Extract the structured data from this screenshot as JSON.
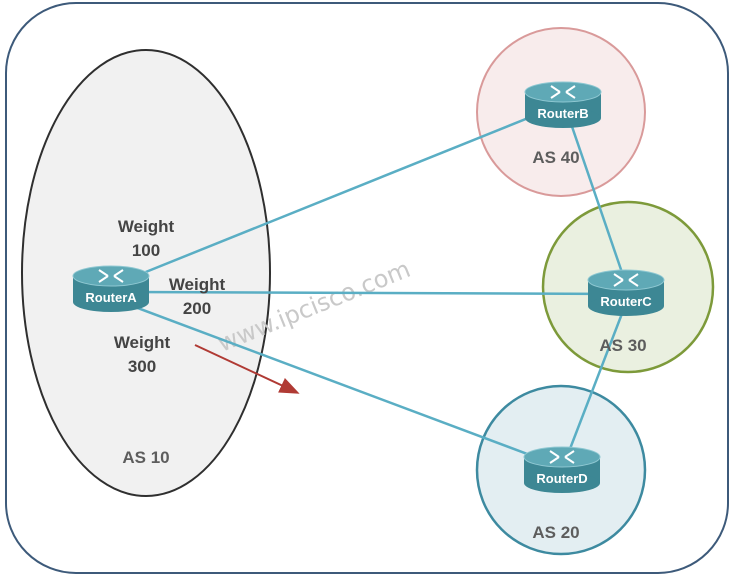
{
  "watermark": "www.ipcisco.com",
  "routers": {
    "a": {
      "label": "RouterA"
    },
    "b": {
      "label": "RouterB"
    },
    "c": {
      "label": "RouterC"
    },
    "d": {
      "label": "RouterD"
    }
  },
  "as_labels": {
    "as10": "AS 10",
    "as40": "AS 40",
    "as30": "AS 30",
    "as20": "AS 20"
  },
  "weights": {
    "to_b": {
      "word": "Weight",
      "value": "100"
    },
    "to_c": {
      "word": "Weight",
      "value": "200"
    },
    "to_d": {
      "word": "Weight",
      "value": "300"
    }
  },
  "colors": {
    "frame_border": "#3d5a7a",
    "link": "#5aaec4",
    "as10_fill": "#f1f1f1",
    "as10_border": "#2f2f2f",
    "as40_fill": "#f8ecec",
    "as40_border": "#d99a9a",
    "as30_fill": "#eaf0e0",
    "as30_border": "#7d9a3a",
    "as20_fill": "#e3eef2",
    "as20_border": "#3d8aa0",
    "arrow": "#b03a34",
    "router_top": "#5fa9b6",
    "router_side": "#3d8794"
  }
}
